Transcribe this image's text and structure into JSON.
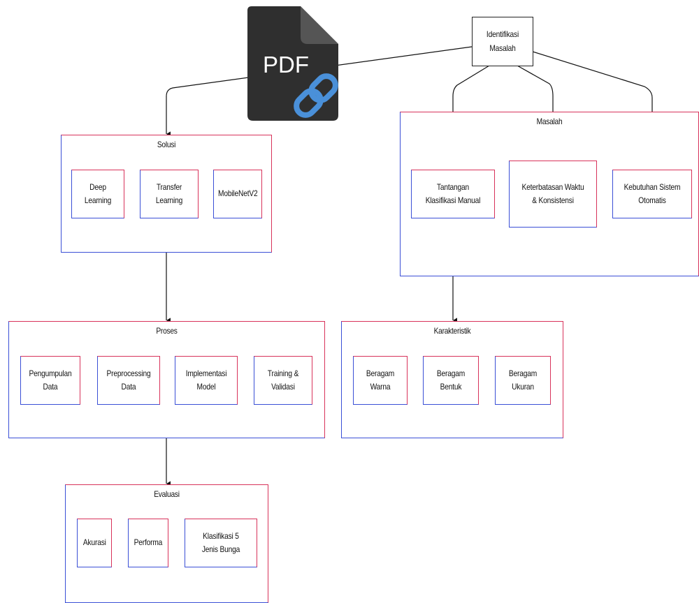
{
  "root": {
    "label": "Identifikasi Masalah"
  },
  "masalah": {
    "title": "Masalah",
    "items": [
      "Tantangan Klasifikasi Manual",
      "Keterbatasan Waktu & Konsistensi",
      "Kebutuhan Sistem Otomatis"
    ]
  },
  "solusi": {
    "title": "Solusi",
    "items": [
      "Deep Learning",
      "Transfer Learning",
      "MobileNetV2"
    ]
  },
  "proses": {
    "title": "Proses",
    "items": [
      "Pengumpulan Data",
      "Preprocessing Data",
      "Implementasi Model",
      "Training & Validasi"
    ]
  },
  "karakteristik": {
    "title": "Karakteristik",
    "items": [
      "Beragam Warna",
      "Beragam Bentuk",
      "Beragam Ukuran"
    ]
  },
  "evaluasi": {
    "title": "Evaluasi",
    "items": [
      "Akurasi",
      "Performa",
      "Klasifikasi 5 Jenis Bunga"
    ]
  },
  "pdf_badge": {
    "label": "PDF",
    "icon": "pdf-link-icon",
    "bg_color": "#2f2f2f",
    "link_color": "#4a90d9"
  }
}
